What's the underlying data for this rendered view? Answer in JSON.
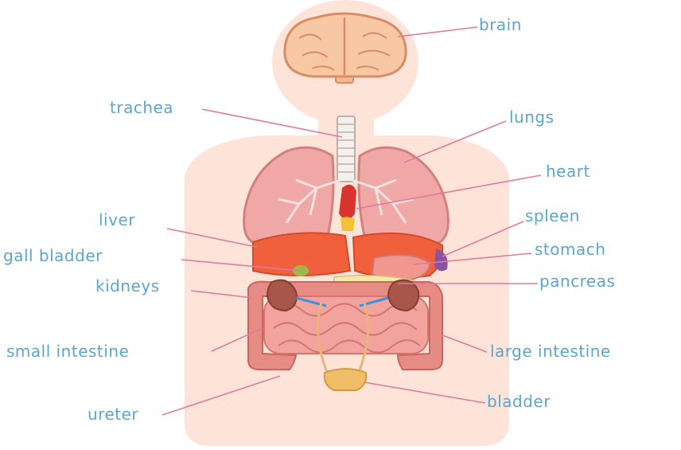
{
  "colors": {
    "label": "#5aa6cc",
    "leader": "#e07aa0",
    "body": "#fde3d8"
  },
  "labels": {
    "brain": "brain",
    "trachea": "trachea",
    "lungs": "lungs",
    "heart": "heart",
    "liver": "liver",
    "spleen": "spleen",
    "gall_bladder": "gall bladder",
    "stomach": "stomach",
    "kidneys": "kidneys",
    "pancreas": "pancreas",
    "small_intestine": "small intestine",
    "large_intestine": "large intestine",
    "ureter": "ureter",
    "bladder": "bladder"
  }
}
